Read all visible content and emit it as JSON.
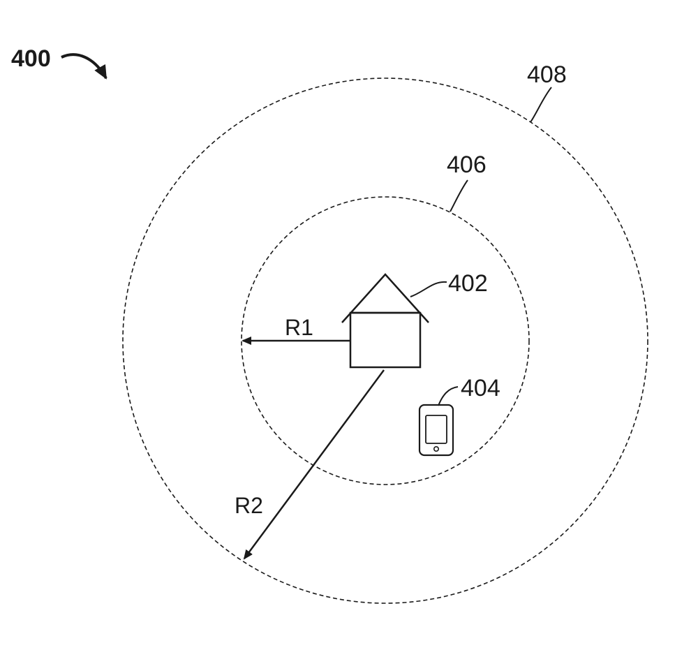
{
  "figure": {
    "number": "400"
  },
  "labels": {
    "building": "402",
    "device": "404",
    "inner_zone": "406",
    "outer_zone": "408",
    "radius_inner": "R1",
    "radius_outer": "R2"
  },
  "colors": {
    "ink": "#1a1a1a",
    "background": "#ffffff"
  },
  "icons": {
    "building": "house-icon",
    "device": "smartphone-icon"
  }
}
